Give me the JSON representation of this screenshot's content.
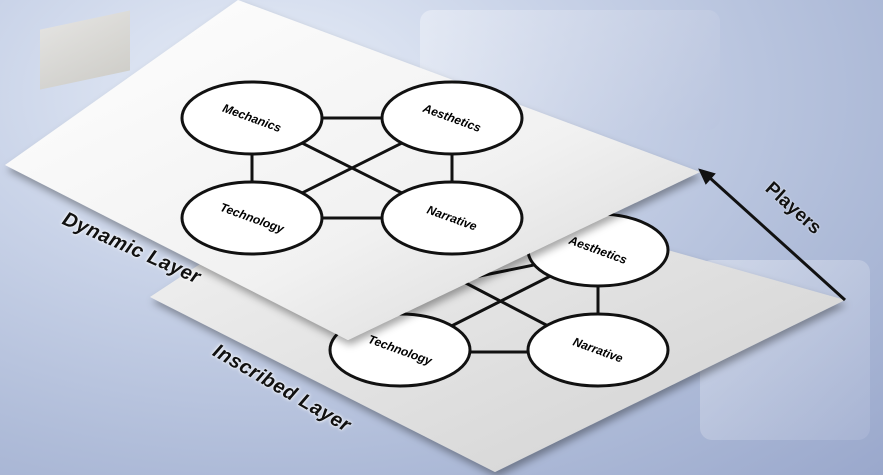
{
  "diagram": {
    "dynamic_layer": {
      "label": "Dynamic Layer",
      "nodes": [
        "Mechanics",
        "Aesthetics",
        "Technology",
        "Narrative"
      ]
    },
    "inscribed_layer": {
      "label": "Inscribed Layer",
      "nodes": [
        "Aesthetics",
        "Technology",
        "Narrative"
      ]
    },
    "players": {
      "label": "Players"
    }
  }
}
